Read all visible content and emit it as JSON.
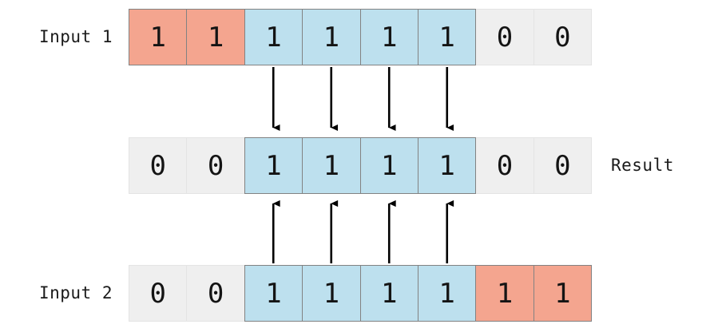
{
  "diagram": {
    "title": "bitwise-and-overlap",
    "colors": {
      "highlight_shared": "#bde0ee",
      "highlight_exclusive": "#f4a58f",
      "inactive": "#efefef",
      "cell_border": "#828282",
      "inactive_border": "#e4e4e4",
      "arrow": "#000000",
      "text": "#141414"
    },
    "rows": [
      {
        "id": "input1",
        "label": "Input 1",
        "label_side": "left",
        "cells": [
          {
            "value": "1",
            "style": "salmon"
          },
          {
            "value": "1",
            "style": "salmon"
          },
          {
            "value": "1",
            "style": "blue"
          },
          {
            "value": "1",
            "style": "blue"
          },
          {
            "value": "1",
            "style": "blue"
          },
          {
            "value": "1",
            "style": "blue"
          },
          {
            "value": "0",
            "style": "neutral"
          },
          {
            "value": "0",
            "style": "neutral"
          }
        ]
      },
      {
        "id": "result",
        "label": "Result",
        "label_side": "right",
        "cells": [
          {
            "value": "0",
            "style": "neutral"
          },
          {
            "value": "0",
            "style": "neutral"
          },
          {
            "value": "1",
            "style": "blue"
          },
          {
            "value": "1",
            "style": "blue"
          },
          {
            "value": "1",
            "style": "blue"
          },
          {
            "value": "1",
            "style": "blue"
          },
          {
            "value": "0",
            "style": "neutral"
          },
          {
            "value": "0",
            "style": "neutral"
          }
        ]
      },
      {
        "id": "input2",
        "label": "Input 2",
        "label_side": "left",
        "cells": [
          {
            "value": "0",
            "style": "neutral"
          },
          {
            "value": "0",
            "style": "neutral"
          },
          {
            "value": "1",
            "style": "blue"
          },
          {
            "value": "1",
            "style": "blue"
          },
          {
            "value": "1",
            "style": "blue"
          },
          {
            "value": "1",
            "style": "blue"
          },
          {
            "value": "1",
            "style": "salmon"
          },
          {
            "value": "1",
            "style": "salmon"
          }
        ]
      }
    ],
    "arrows": {
      "down_from_input1": {
        "columns": [
          2,
          3,
          4,
          5
        ],
        "direction": "down"
      },
      "up_from_input2": {
        "columns": [
          2,
          3,
          4,
          5
        ],
        "direction": "up"
      }
    }
  }
}
